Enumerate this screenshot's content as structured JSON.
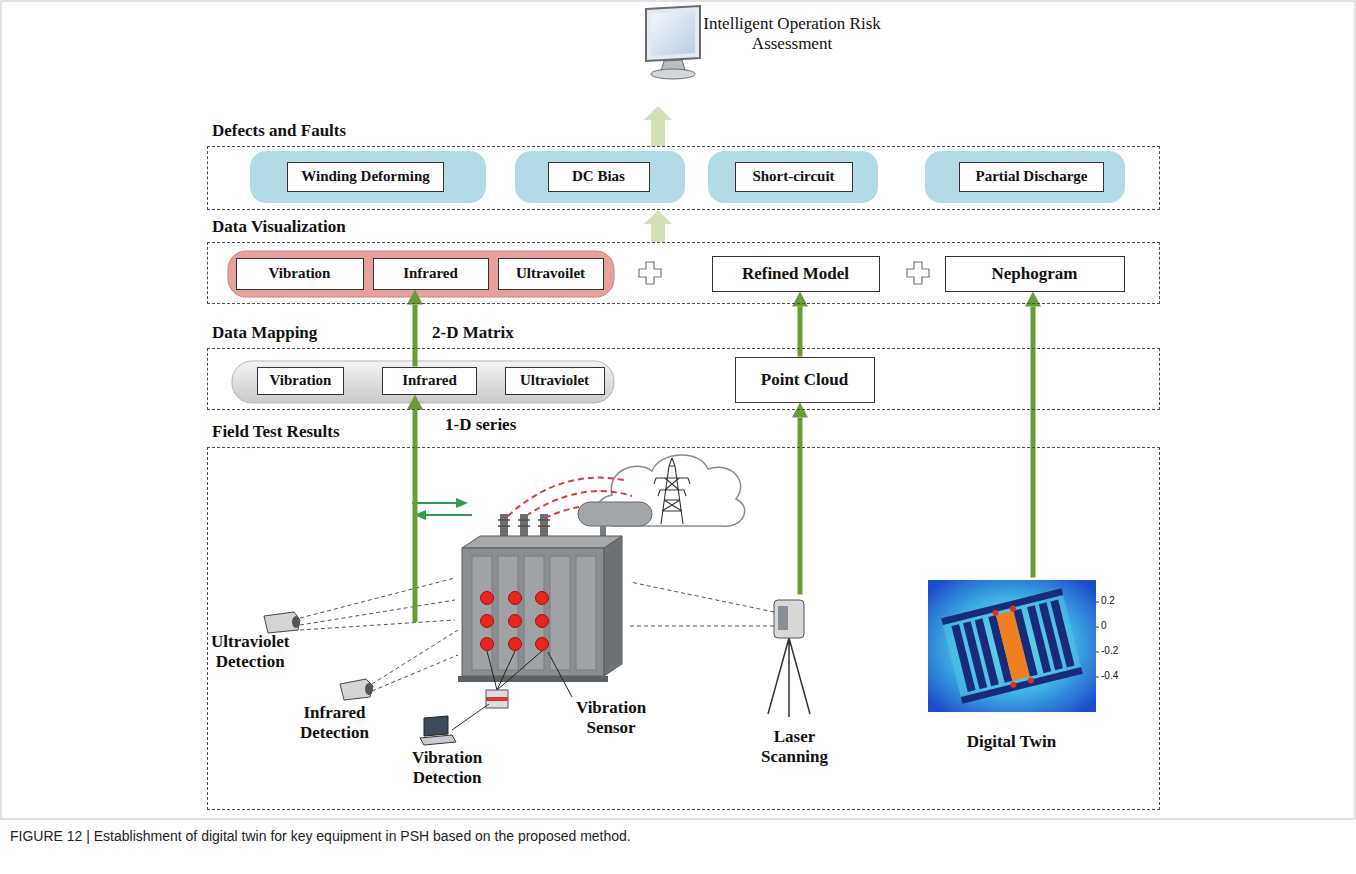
{
  "diagram": {
    "caption": "FIGURE 12 | Establishment of digital twin for key equipment in PSH based on the proposed method.",
    "nodes": [
      {
        "text": [
          "Intelligent Operation Risk Assessment"
        ]
      },
      {
        "text": [
          "Defects and Faults"
        ]
      },
      {
        "text": [
          "Winding Deforming"
        ],
        "in": 1
      },
      {
        "text": [
          "DC Bias"
        ],
        "in": 1
      },
      {
        "text": [
          "Short-circuit"
        ],
        "in": 1
      },
      {
        "text": [
          "Partial Discharge"
        ],
        "in": 1
      },
      {
        "text": [
          "Data Visualization"
        ]
      },
      {
        "text": [
          "Vibration"
        ],
        "in": 6
      },
      {
        "text": [
          "Infrared"
        ],
        "in": 6
      },
      {
        "text": [
          "Ultravoilet"
        ],
        "in": 6
      },
      {
        "text": [
          "Refined Model"
        ],
        "in": 6
      },
      {
        "text": [
          "Nephogram"
        ],
        "in": 6
      },
      {
        "text": [
          "Data Mapping"
        ]
      },
      {
        "text": [
          "Vibration"
        ],
        "in": 12
      },
      {
        "text": [
          "Infrared"
        ],
        "in": 12
      },
      {
        "text": [
          "Ultraviolet"
        ],
        "in": 12
      },
      {
        "text": [
          "Point Cloud"
        ],
        "in": 12
      },
      {
        "text": [
          "Field Test Results"
        ]
      },
      {
        "text": [
          "Laser Scanning"
        ],
        "in": 17
      },
      {
        "text": [
          "Digital Twin"
        ],
        "in": 17
      }
    ],
    "edges": [
      {
        "from": 17,
        "to": 14,
        "arrow": "to"
      },
      {
        "from": 14,
        "to": 8,
        "arrow": "to"
      },
      {
        "from": 18,
        "to": 16,
        "arrow": "to"
      },
      {
        "from": 16,
        "to": 10,
        "arrow": "to"
      },
      {
        "from": 19,
        "to": 11,
        "arrow": "to"
      },
      {
        "from": 6,
        "to": 1,
        "arrow": "to"
      },
      {
        "from": 1,
        "to": 0,
        "arrow": "to"
      }
    ],
    "labels": [
      "2-D Matrix",
      "1-D series",
      "Ultraviolet Detection",
      "Infrared Detection",
      "Vibration Detection",
      "Vibration Sensor",
      "0.2",
      "0",
      "-0.2",
      "-0.4"
    ]
  }
}
